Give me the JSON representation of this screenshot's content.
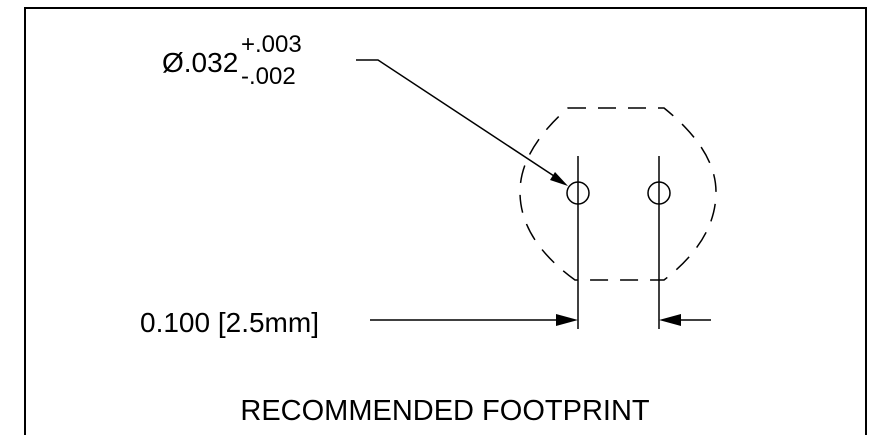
{
  "drawing": {
    "tolerance_callout": {
      "diameter_label": "Ø.032",
      "upper_tolerance": "+.003",
      "lower_tolerance": "-.002"
    },
    "spacing_callout": {
      "label": "0.100 [2.5mm]"
    },
    "title": "RECOMMENDED FOOTPRINT"
  },
  "colors": {
    "line": "#000000",
    "background": "#ffffff"
  }
}
